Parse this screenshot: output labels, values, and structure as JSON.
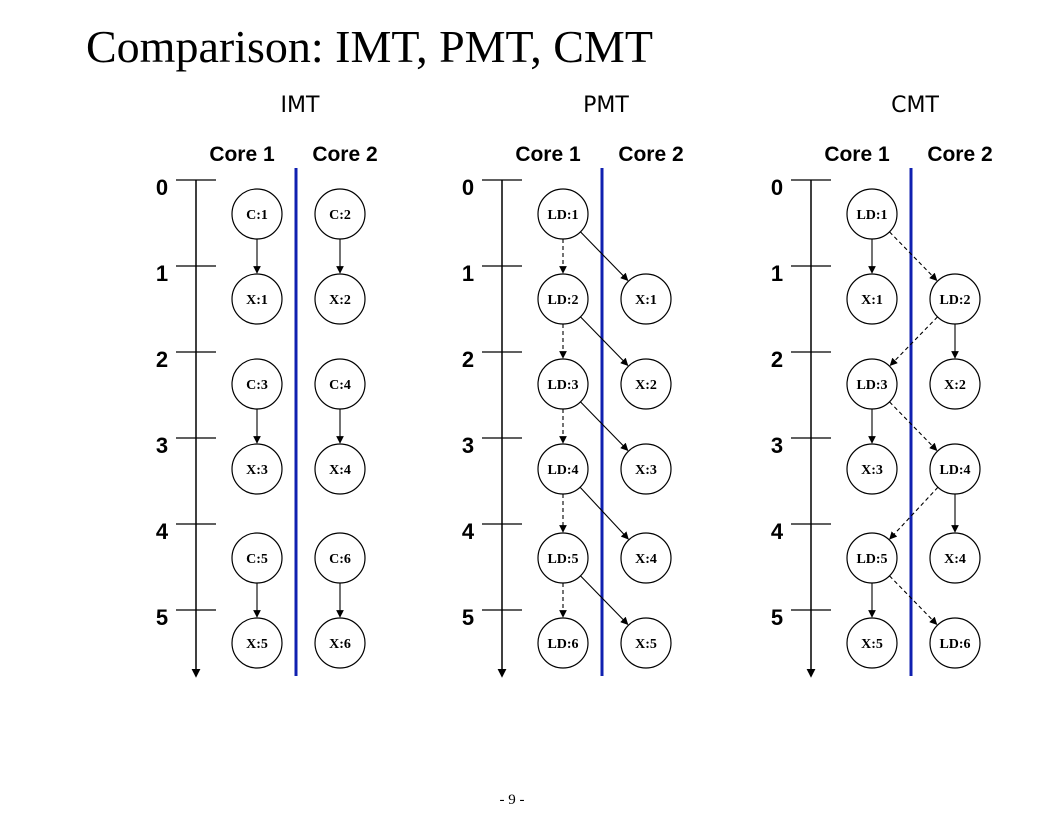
{
  "title": "Comparison: IMT, PMT, CMT",
  "page_number": "- 9 -",
  "colors": {
    "divider": "#1020b0"
  },
  "panels": [
    {
      "name": "IMT",
      "core1_label": "Core 1",
      "core2_label": "Core 2",
      "ticks": [
        "0",
        "1",
        "2",
        "3",
        "4",
        "5"
      ],
      "nodes": [
        {
          "label": "C:1",
          "core": 1,
          "slot": 0
        },
        {
          "label": "C:2",
          "core": 2,
          "slot": 0
        },
        {
          "label": "X:1",
          "core": 1,
          "slot": 1
        },
        {
          "label": "X:2",
          "core": 2,
          "slot": 1
        },
        {
          "label": "C:3",
          "core": 1,
          "slot": 2
        },
        {
          "label": "C:4",
          "core": 2,
          "slot": 2
        },
        {
          "label": "X:3",
          "core": 1,
          "slot": 3
        },
        {
          "label": "X:4",
          "core": 2,
          "slot": 3
        },
        {
          "label": "C:5",
          "core": 1,
          "slot": 4
        },
        {
          "label": "C:6",
          "core": 2,
          "slot": 4
        },
        {
          "label": "X:5",
          "core": 1,
          "slot": 5
        },
        {
          "label": "X:6",
          "core": 2,
          "slot": 5
        }
      ],
      "edges": [
        {
          "from": "C:1",
          "to": "X:1",
          "style": "solid"
        },
        {
          "from": "C:2",
          "to": "X:2",
          "style": "solid"
        },
        {
          "from": "C:3",
          "to": "X:3",
          "style": "solid"
        },
        {
          "from": "C:4",
          "to": "X:4",
          "style": "solid"
        },
        {
          "from": "C:5",
          "to": "X:5",
          "style": "solid"
        },
        {
          "from": "C:6",
          "to": "X:6",
          "style": "solid"
        }
      ]
    },
    {
      "name": "PMT",
      "core1_label": "Core 1",
      "core2_label": "Core 2",
      "ticks": [
        "0",
        "1",
        "2",
        "3",
        "4",
        "5"
      ],
      "nodes": [
        {
          "label": "LD:1",
          "core": 1,
          "slot": 0
        },
        {
          "label": "LD:2",
          "core": 1,
          "slot": 1
        },
        {
          "label": "X:1",
          "core": 2,
          "slot": 1
        },
        {
          "label": "LD:3",
          "core": 1,
          "slot": 2
        },
        {
          "label": "X:2",
          "core": 2,
          "slot": 2
        },
        {
          "label": "LD:4",
          "core": 1,
          "slot": 3
        },
        {
          "label": "X:3",
          "core": 2,
          "slot": 3
        },
        {
          "label": "LD:5",
          "core": 1,
          "slot": 4
        },
        {
          "label": "X:4",
          "core": 2,
          "slot": 4
        },
        {
          "label": "LD:6",
          "core": 1,
          "slot": 5
        },
        {
          "label": "X:5",
          "core": 2,
          "slot": 5
        }
      ],
      "edges": [
        {
          "from": "LD:1",
          "to": "LD:2",
          "style": "dashed"
        },
        {
          "from": "LD:2",
          "to": "LD:3",
          "style": "dashed"
        },
        {
          "from": "LD:3",
          "to": "LD:4",
          "style": "dashed"
        },
        {
          "from": "LD:4",
          "to": "LD:5",
          "style": "dashed"
        },
        {
          "from": "LD:5",
          "to": "LD:6",
          "style": "dashed"
        },
        {
          "from": "LD:1",
          "to": "X:1",
          "style": "solid"
        },
        {
          "from": "LD:2",
          "to": "X:2",
          "style": "solid"
        },
        {
          "from": "LD:3",
          "to": "X:3",
          "style": "solid"
        },
        {
          "from": "LD:4",
          "to": "X:4",
          "style": "solid"
        },
        {
          "from": "LD:5",
          "to": "X:5",
          "style": "solid"
        }
      ]
    },
    {
      "name": "CMT",
      "core1_label": "Core 1",
      "core2_label": "Core 2",
      "ticks": [
        "0",
        "1",
        "2",
        "3",
        "4",
        "5"
      ],
      "nodes": [
        {
          "label": "LD:1",
          "core": 1,
          "slot": 0
        },
        {
          "label": "X:1",
          "core": 1,
          "slot": 1
        },
        {
          "label": "LD:2",
          "core": 2,
          "slot": 1
        },
        {
          "label": "LD:3",
          "core": 1,
          "slot": 2
        },
        {
          "label": "X:2",
          "core": 2,
          "slot": 2
        },
        {
          "label": "X:3",
          "core": 1,
          "slot": 3
        },
        {
          "label": "LD:4",
          "core": 2,
          "slot": 3
        },
        {
          "label": "LD:5",
          "core": 1,
          "slot": 4
        },
        {
          "label": "X:4",
          "core": 2,
          "slot": 4
        },
        {
          "label": "X:5",
          "core": 1,
          "slot": 5
        },
        {
          "label": "LD:6",
          "core": 2,
          "slot": 5
        }
      ],
      "edges": [
        {
          "from": "LD:1",
          "to": "X:1",
          "style": "solid"
        },
        {
          "from": "LD:1",
          "to": "LD:2",
          "style": "dashed"
        },
        {
          "from": "LD:2",
          "to": "X:2",
          "style": "solid"
        },
        {
          "from": "LD:2",
          "to": "LD:3",
          "style": "dashed"
        },
        {
          "from": "LD:3",
          "to": "X:3",
          "style": "solid"
        },
        {
          "from": "LD:3",
          "to": "LD:4",
          "style": "dashed"
        },
        {
          "from": "LD:4",
          "to": "X:4",
          "style": "solid"
        },
        {
          "from": "LD:4",
          "to": "LD:5",
          "style": "dashed"
        },
        {
          "from": "LD:5",
          "to": "X:5",
          "style": "solid"
        },
        {
          "from": "LD:5",
          "to": "LD:6",
          "style": "dashed"
        }
      ]
    }
  ]
}
